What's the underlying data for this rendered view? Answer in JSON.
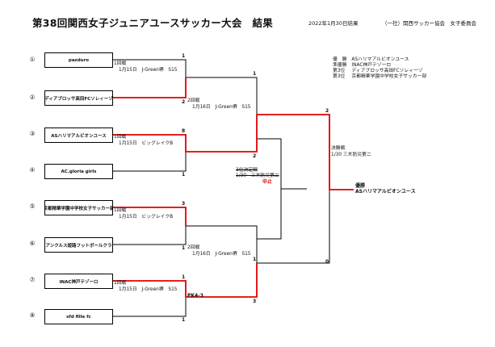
{
  "header": {
    "title": "第38回関西女子ジュニアユースサッカー大会　結果",
    "date": "2022年1月30日結果",
    "organizer": "（一社）関西サッカー協会　女子委員会"
  },
  "seeds": [
    "①",
    "②",
    "③",
    "④",
    "⑤",
    "⑥",
    "⑦",
    "⑧"
  ],
  "teams": [
    "pazduro",
    "ディアブロッサ高田FCソレィーゾ",
    "ASハリマアルビオンユース",
    "AC.gloria girls",
    "京都精華学園中学校女子サッカー部",
    "リアンクルス姫路フットボールクラブ",
    "INAC神戸テゾーロ",
    "sfd fille fc"
  ],
  "round1": [
    {
      "label": "1回戦",
      "detail": "1月15日　J-Green堺　S15",
      "score_top": "1",
      "score_bottom": "2"
    },
    {
      "label": "1回戦",
      "detail": "1月15日　ビッグレイクB",
      "score_top": "8",
      "score_bottom": "1"
    },
    {
      "label": "1回戦",
      "detail": "1月15日　ビッグレイクB",
      "score_top": "3",
      "score_bottom": "1"
    },
    {
      "label": "1回戦",
      "detail": "1月15日　J-Green堺　S15",
      "score_top": "1",
      "score_bottom": "1"
    }
  ],
  "round2": [
    {
      "label": "2回戦",
      "detail": "1月16日　J-Green堺　S15",
      "score_top": "1",
      "score_bottom": "2"
    },
    {
      "label": "2回戦",
      "detail": "1月16日　J-Green堺　S15",
      "score_top": "1",
      "score_bottom": "3"
    }
  ],
  "pk_note": "PK4-3",
  "third_place": {
    "label": "3位決定戦",
    "detail": "1/30　三木防災第二",
    "status": "中止"
  },
  "final": {
    "label": "決勝戦",
    "detail": "1/30 三木防災第二",
    "score_top": "2",
    "score_bottom": "0"
  },
  "champion": {
    "label": "優勝",
    "team": "ASハリマアルビオンユース"
  },
  "results": [
    {
      "rank": "優　勝",
      "team": "ASハリマアルビオンユース"
    },
    {
      "rank": "準優勝",
      "team": "INAC神戸テゾーロ"
    },
    {
      "rank": "第3位",
      "team": "ディアブロッサ高田FCソレィーゾ"
    },
    {
      "rank": "第3位",
      "team": "京都精華学園中学校女子サッカー部"
    }
  ],
  "colors": {
    "winner_line": "#e00000",
    "line": "#000000"
  }
}
